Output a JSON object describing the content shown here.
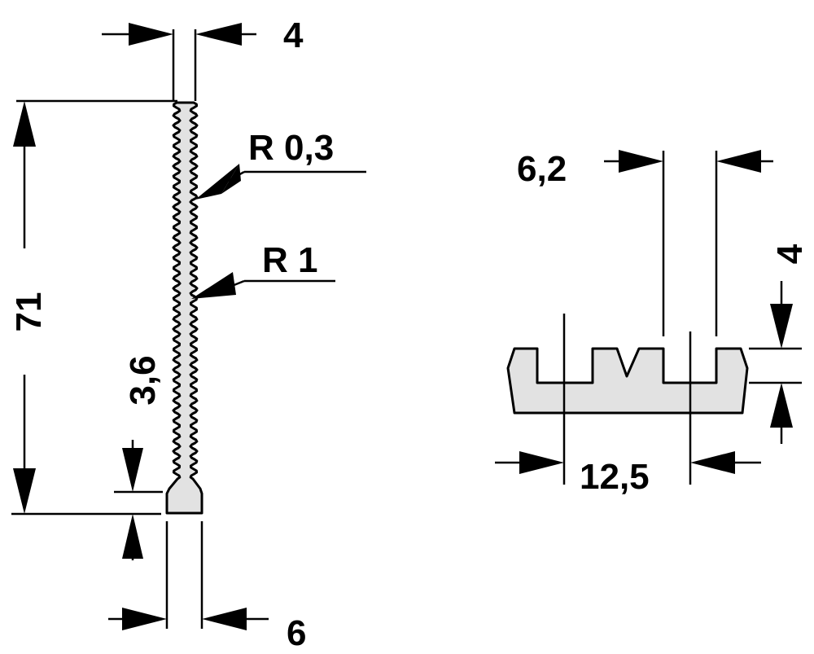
{
  "drawing": {
    "side_view": {
      "top_width_label": "4",
      "height_label": "71",
      "radius_small_label": "R 0,3",
      "radius_large_label": "R 1",
      "base_height_label": "3,6",
      "base_width_label": "6"
    },
    "end_view": {
      "fin_gap_label": "6,2",
      "fin_depth_label": "4",
      "overall_width_label": "12,5"
    }
  },
  "colors": {
    "part_fill": "#e2e2e2",
    "line": "#000000",
    "background": "#ffffff"
  }
}
